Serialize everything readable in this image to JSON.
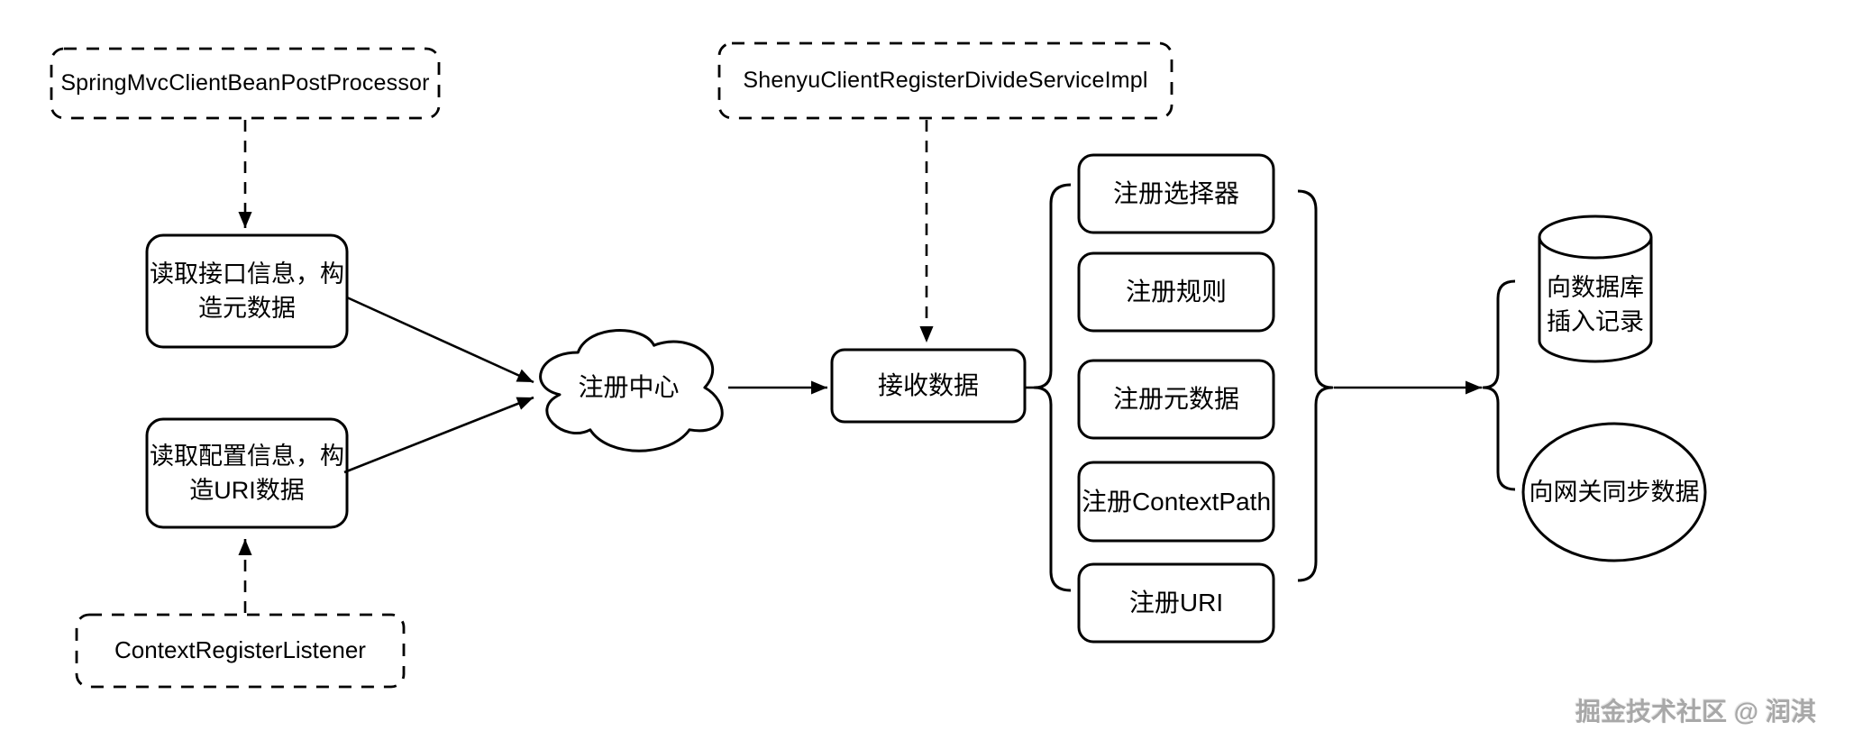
{
  "colors": {
    "background": "#ffffff",
    "stroke": "#000000",
    "text": "#000000",
    "watermark": "#a8a8a8"
  },
  "diagram": {
    "clients": {
      "spring_mvc_processor": "SpringMvcClientBeanPostProcessor",
      "context_register_listener": "ContextRegisterListener",
      "shenyu_register_impl": "ShenyuClientRegisterDivideServiceImpl"
    },
    "steps": {
      "read_interface": {
        "line1": "读取接口信息，构",
        "line2": "造元数据"
      },
      "read_config": {
        "line1": "读取配置信息，构",
        "line2": "造URI数据"
      },
      "registry_center": "注册中心",
      "receive_data": "接收数据"
    },
    "register_actions": [
      {
        "label": "注册选择器"
      },
      {
        "label": "注册规则"
      },
      {
        "label": "注册元数据"
      },
      {
        "label": "注册ContextPath"
      },
      {
        "label": "注册URI"
      }
    ],
    "outputs": {
      "insert_db": {
        "line1": "向数据库",
        "line2": "插入记录"
      },
      "sync_gateway": "向网关同步数据"
    },
    "watermark": "掘金技术社区 @ 润淇"
  }
}
